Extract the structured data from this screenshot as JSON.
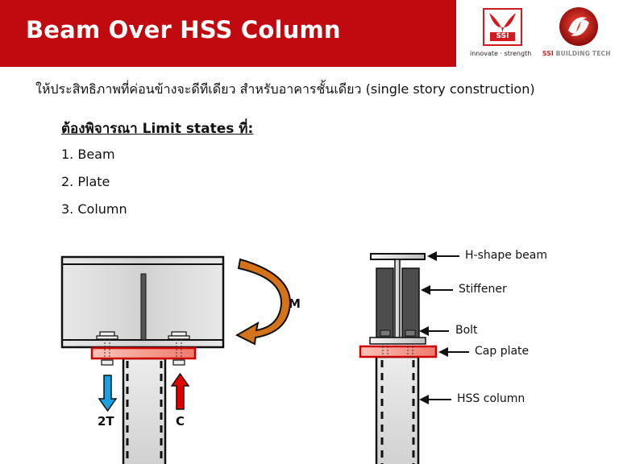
{
  "header": {
    "title": "Beam Over HSS Column",
    "banner_color": "#c00a10",
    "logos": {
      "ssi_mark": "SSI",
      "ssi_tagline": "innovate · strength",
      "building_tech_prefix": "SSI",
      "building_tech_suffix": "BUILDING TECH"
    }
  },
  "intro": {
    "text": "ให้ประสิทธิภาพที่ค่อนข้างจะดีทีเดียว สำหรับอาคารชั้นเดียว (single story construction)"
  },
  "limit_states": {
    "heading": "ต้องพิจารณา Limit states ที่:",
    "items": [
      {
        "label": "1.  Beam"
      },
      {
        "label": "2. Plate"
      },
      {
        "label": "3. Column"
      }
    ]
  },
  "diagram_left": {
    "moment_label": "M",
    "tension_label": "2T",
    "compression_label": "C",
    "colors": {
      "moment_arrow": "#d4731a",
      "tension_arrow": "#1ba1e2",
      "compression_arrow": "#e00000",
      "cap_plate": "#f28a7e"
    }
  },
  "diagram_right": {
    "labels": [
      {
        "text": "H-shape beam"
      },
      {
        "text": "Stiffener"
      },
      {
        "text": "Bolt"
      },
      {
        "text": "Cap plate"
      },
      {
        "text": "HSS column"
      }
    ]
  }
}
